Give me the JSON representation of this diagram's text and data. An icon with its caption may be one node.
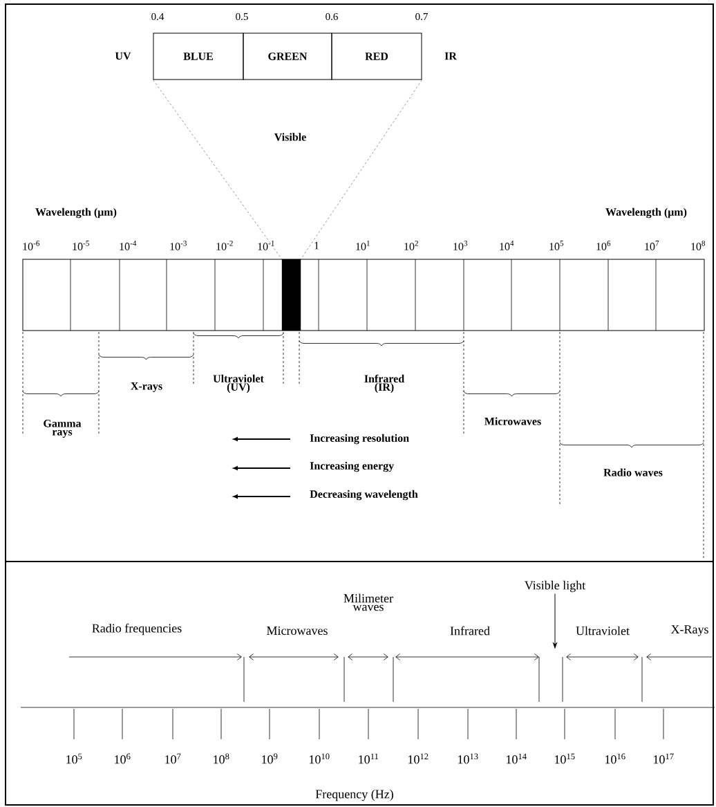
{
  "diagram": {
    "nodes": [
      {
        "text": [
          "BLUE"
        ]
      },
      {
        "text": [
          "GREEN"
        ]
      },
      {
        "text": [
          "RED"
        ]
      },
      {
        "text": [],
        "shape": "bar"
      },
      {
        "text": [
          "Visible light"
        ]
      }
    ],
    "edges": [
      {
        "from": 0,
        "to": 3,
        "arrow": "none",
        "style": "dashed"
      },
      {
        "from": 2,
        "to": 3,
        "arrow": "none",
        "style": "dashed"
      },
      {
        "from": 4,
        "to": null,
        "arrow": "to"
      }
    ],
    "labels": [
      "0.4",
      "0.5",
      "0.6",
      "0.7",
      "UV",
      "IR",
      "Visible",
      "Wavelength (μm)",
      "Wavelength (μm)",
      "10$^{-6}$",
      "10$^{-5}$",
      "10$^{-4}$",
      "10$^{-3}$",
      "10$^{-2}$",
      "10$^{-1}$",
      "1",
      "10$^{1}$",
      "10$^{2}$",
      "10$^{3}$",
      "10$^{4}$",
      "10$^{5}$",
      "10$^{6}$",
      "10$^{7}$",
      "10$^{8}$",
      "Gamma rays",
      "X-rays",
      "Ultraviolet (UV)",
      "Infrared (IR)",
      "Microwaves",
      "Radio waves",
      "Increasing resolution",
      "Increasing energy",
      "Decreasing wavelength",
      "Milimeter waves",
      "Radio frequencies",
      "Microwaves",
      "Infrared",
      "Ultraviolet",
      "X-Rays",
      "10$^{5}$",
      "10$^{6}$",
      "10$^{7}$",
      "10$^{8}$",
      "10$^{9}$",
      "10$^{10}$",
      "10$^{11}$",
      "10$^{12}$",
      "10$^{13}$",
      "10$^{14}$",
      "10$^{15}$",
      "10$^{16}$",
      "10$^{17}$",
      "Frequency (Hz)"
    ]
  }
}
